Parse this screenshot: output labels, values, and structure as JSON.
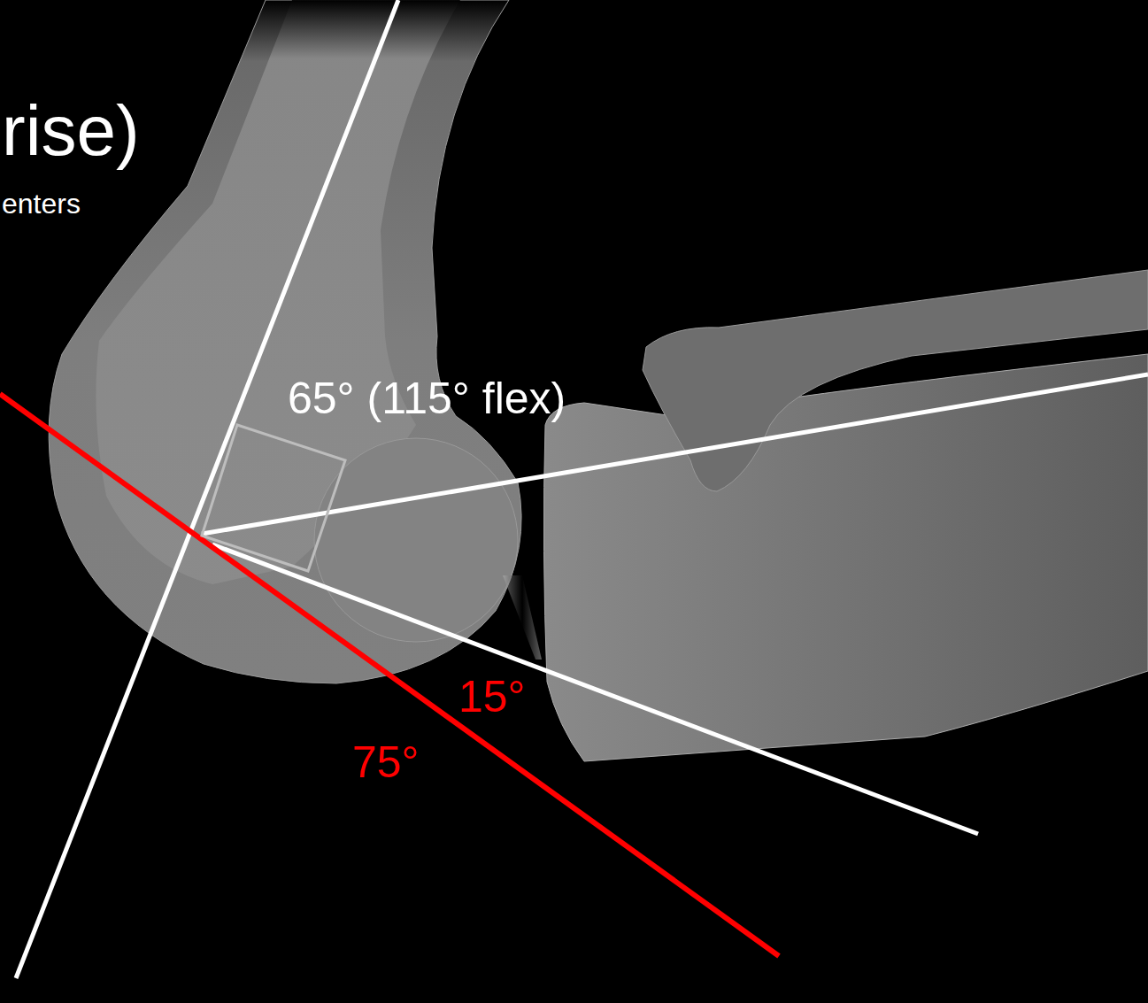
{
  "diagram": {
    "title": "rise)",
    "labels": [
      "enters",
      "65° (115° flex)",
      "15°",
      "75°"
    ]
  }
}
